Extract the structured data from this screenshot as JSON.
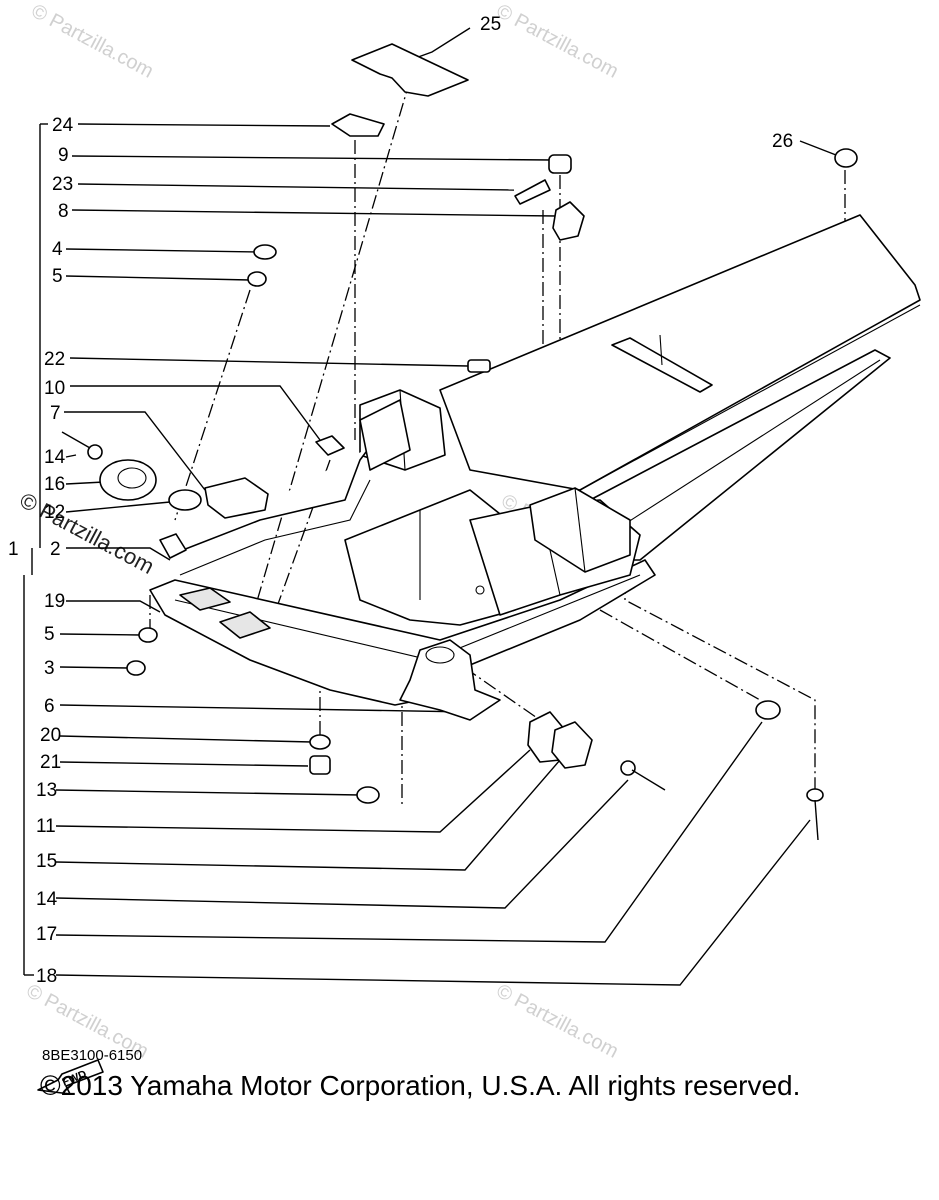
{
  "callouts": {
    "c25": "25",
    "c24": "24",
    "c9": "9",
    "c23": "23",
    "c8": "8",
    "c26": "26",
    "c4": "4",
    "c5a": "5",
    "c22": "22",
    "c10": "10",
    "c7": "7",
    "c14a": "14",
    "c16": "16",
    "c12": "12",
    "c1": "1",
    "c2": "2",
    "c19": "19",
    "c5b": "5",
    "c3": "3",
    "c6": "6",
    "c20": "20",
    "c21": "21",
    "c13": "13",
    "c11": "11",
    "c15": "15",
    "c14b": "14",
    "c17": "17",
    "c18": "18"
  },
  "watermarks": {
    "brand": "© Partzilla.com",
    "brand_dark": "© Partzilla.com"
  },
  "fwd_label": "FWD",
  "catalog_number": "8BE3100-6150",
  "copyright": "©2013  Yamaha Motor Corporation, U.S.A. All rights reserved."
}
